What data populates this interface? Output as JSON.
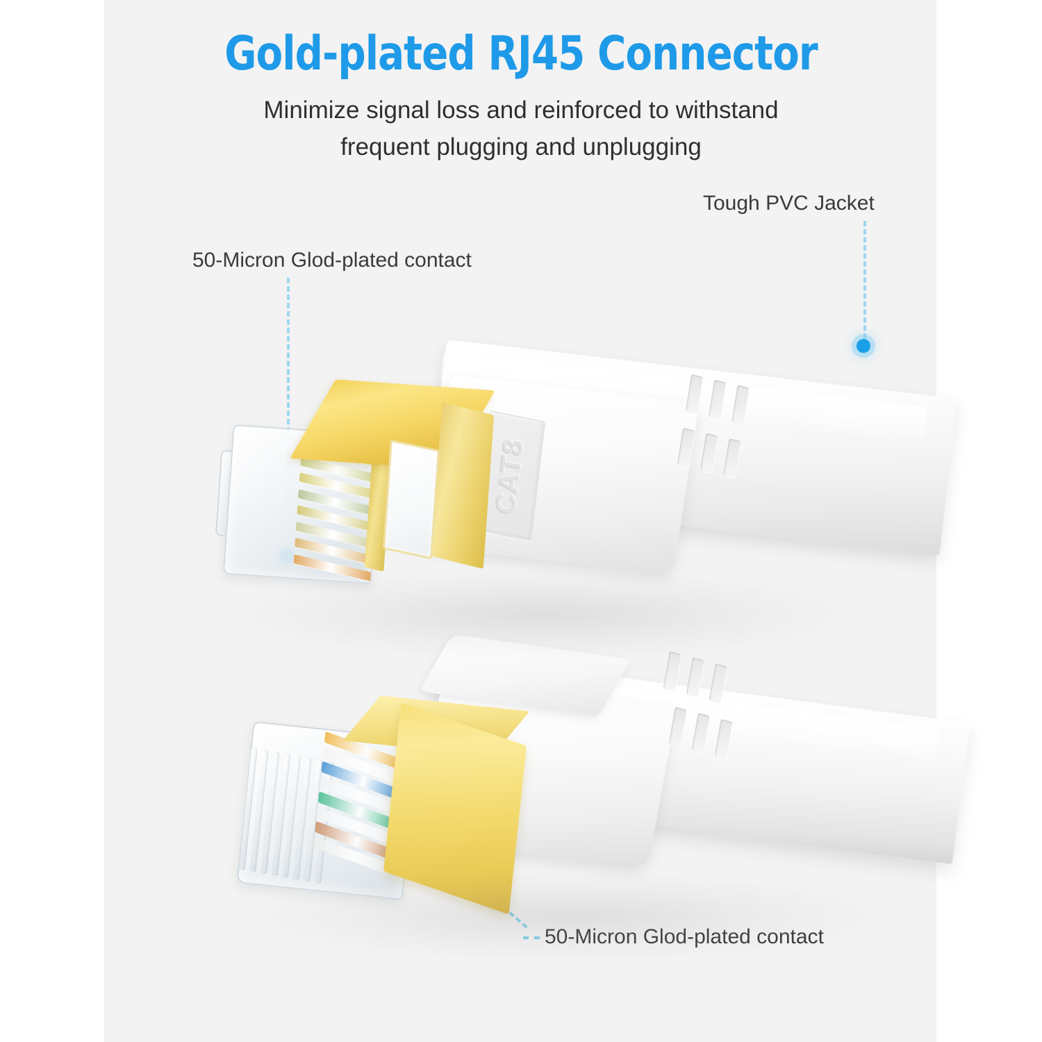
{
  "header": {
    "title": "Gold-plated RJ45 Connector",
    "subtitle_line1": "Minimize signal loss and reinforced to withstand",
    "subtitle_line2": "frequent plugging and unplugging",
    "title_color": "#1e9ae8",
    "subtitle_color": "#2f2f2f"
  },
  "callouts": [
    {
      "id": "pvc-jacket",
      "label": "Tough PVC Jacket"
    },
    {
      "id": "gold-contact-top",
      "label": "50-Micron Glod-plated contact"
    },
    {
      "id": "gold-contact-bottom",
      "label": "50-Micron Glod-plated contact"
    }
  ],
  "product": {
    "cable_marking": "CAT8",
    "background_color": "#f3f3f3",
    "page_color": "#ffffff",
    "marker_dot_color": "#1ba0e8",
    "leader_line_color": "#9fd6ef",
    "gold_shield_color": "#f3d96c",
    "jacket_color": "#ffffff"
  },
  "top_connector": {
    "pin_colors": [
      "#e9d77a",
      "#c9cf8e",
      "#d8cf7a",
      "#b9c79a",
      "#d4c878",
      "#cfd0a2",
      "#e0b978",
      "#e2a861"
    ]
  },
  "bottom_connector": {
    "wire_colors": [
      "#f0b23c",
      "#f3f3f3",
      "#3f8fd4",
      "#eef1f4",
      "#3fb98a",
      "#f0f2f4",
      "#c98a5e",
      "#ececec"
    ]
  }
}
